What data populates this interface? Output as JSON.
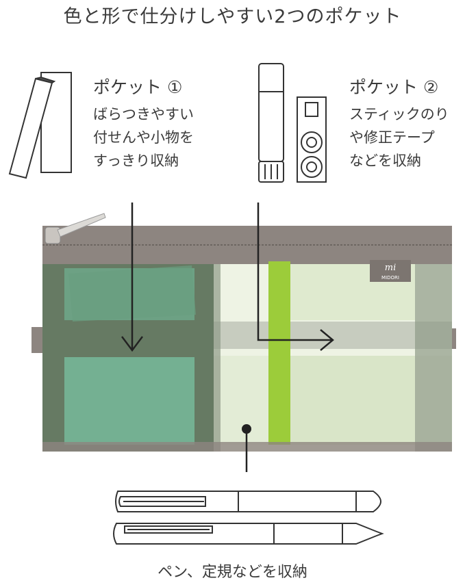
{
  "title": "色と形で仕分けしやすい2つのポケット",
  "pocket1": {
    "heading": "ポケット ①",
    "description": "ばらつきやすい\n付せんや小物を\nすっきり収納"
  },
  "pocket2": {
    "heading": "ポケット ②",
    "description": "スティックのり\nや修正テープ\nなどを収納"
  },
  "brand_tag": "MIDORI",
  "bottom_label": "ペン、定規などを収納",
  "colors": {
    "zipper_gray": "#8d8580",
    "mesh_green": "#7a8f76",
    "inner_green": "#6fa88a",
    "lime_stripe": "#9ccc3a",
    "mesh_light": "#e8f0dc",
    "text": "#3a3a3a"
  },
  "icons": [
    "sticky-notes-icon",
    "glue-stick-icon",
    "correction-tape-icon",
    "pen-icon",
    "mechanical-pencil-icon",
    "arrow-down-icon",
    "arrow-right-icon"
  ]
}
